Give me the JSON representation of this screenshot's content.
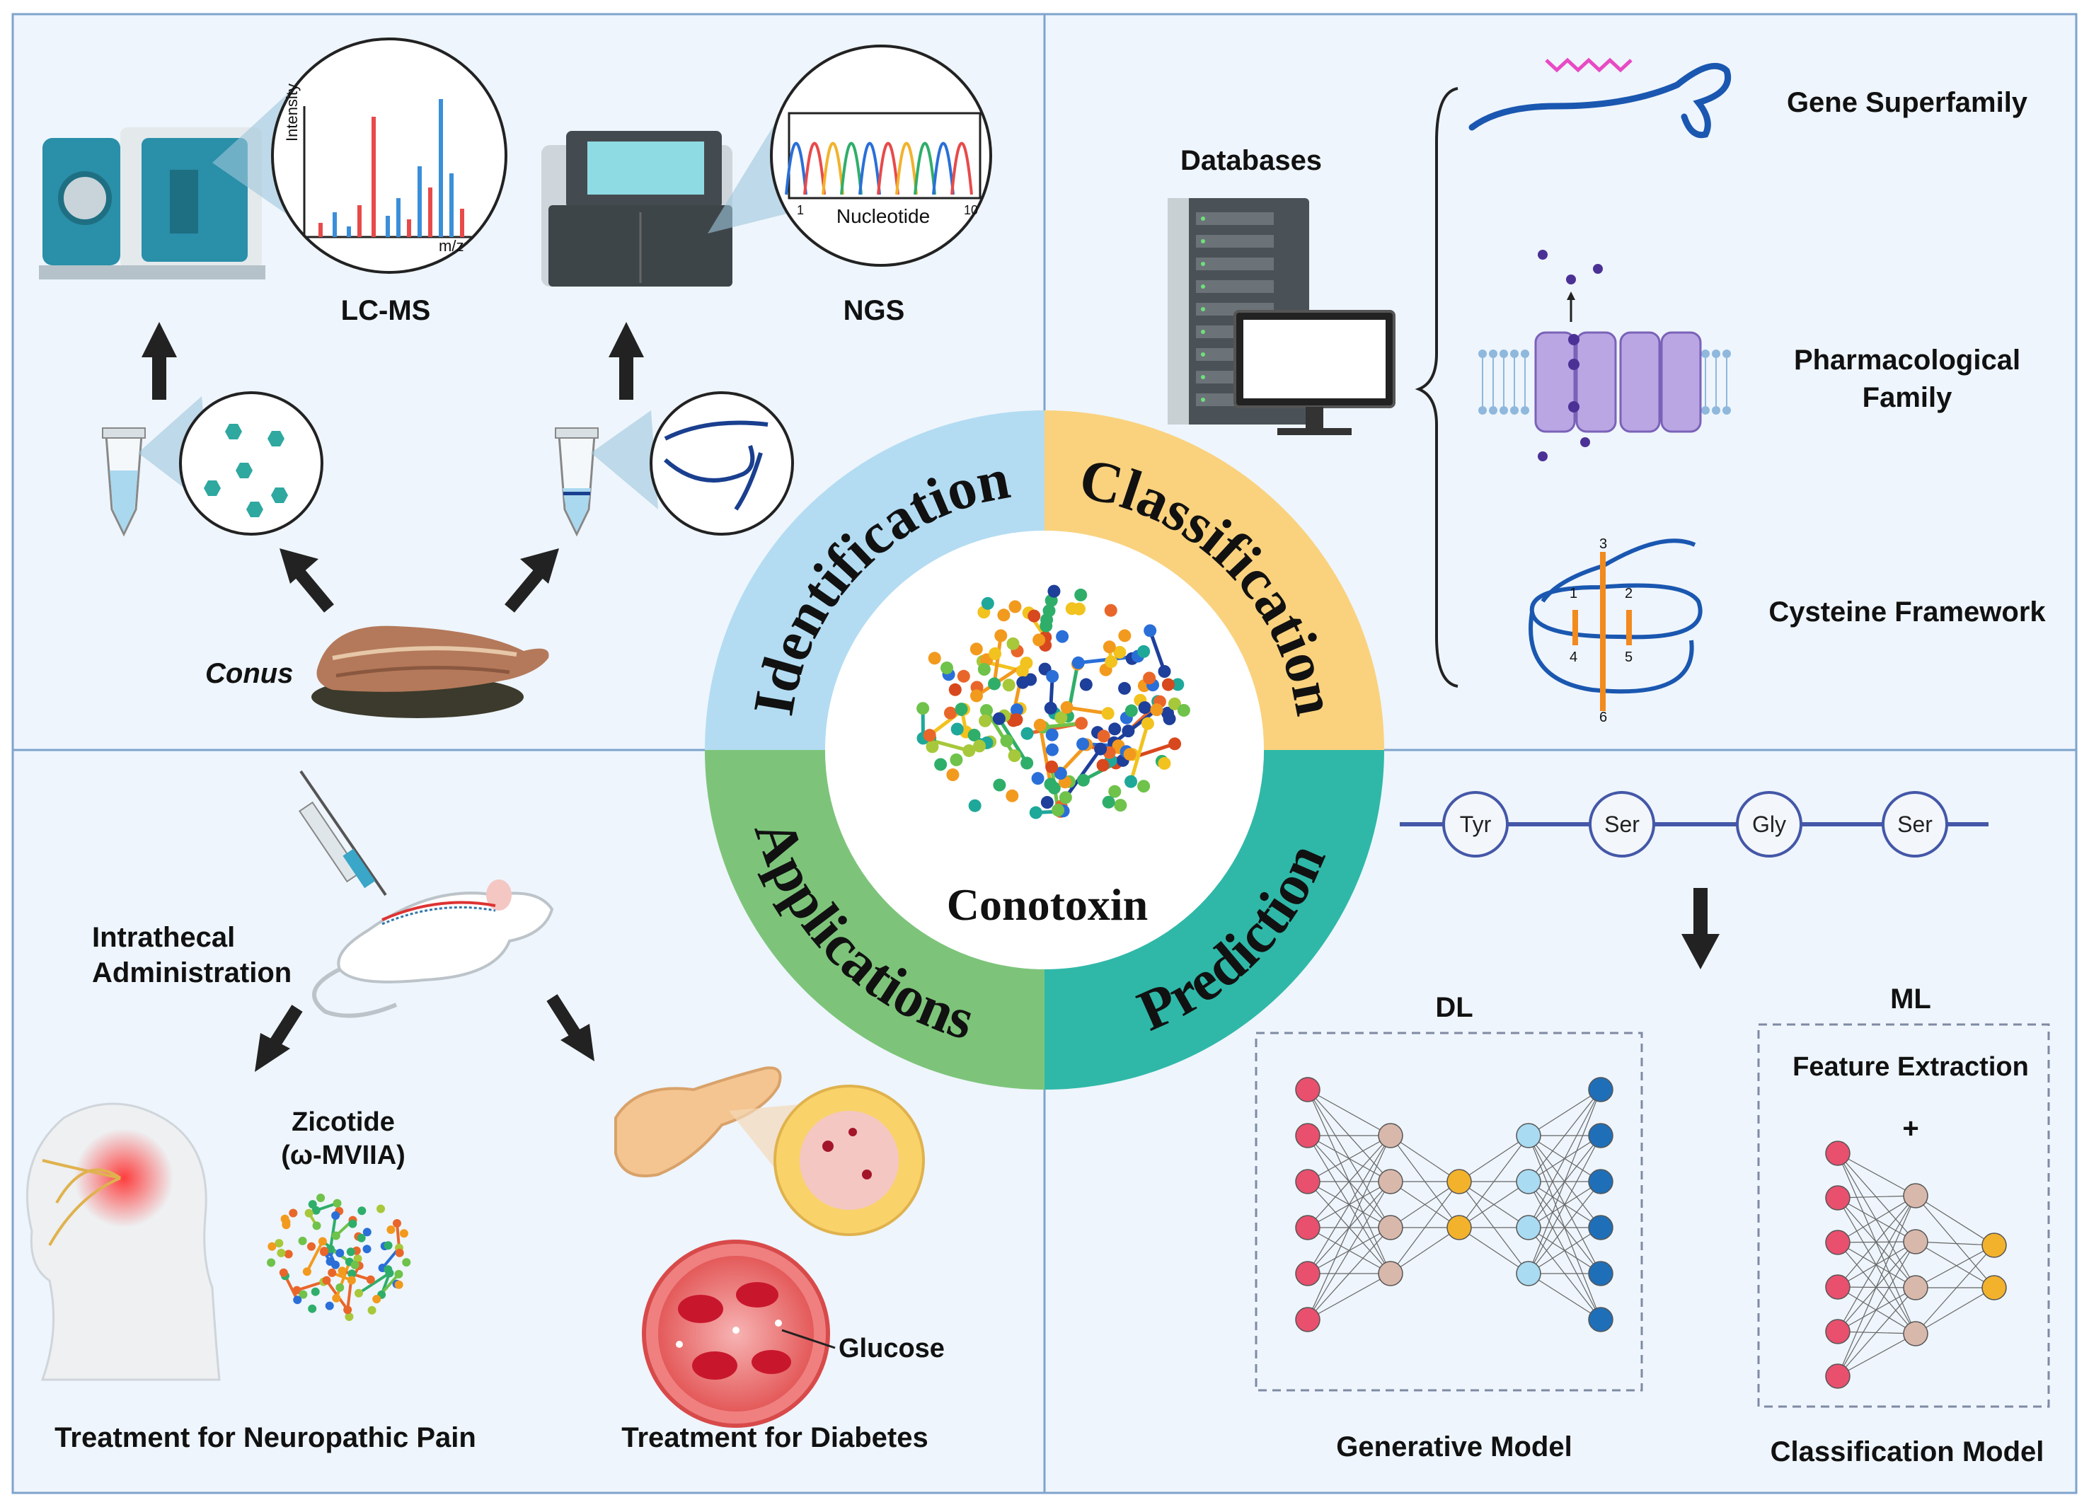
{
  "center": {
    "title": "Conotoxin"
  },
  "ring": {
    "identification": {
      "label": "Identification",
      "color": "#b3dcf2"
    },
    "classification": {
      "label": "Classification",
      "color": "#fad27e"
    },
    "prediction": {
      "label": "Prediction",
      "color": "#2fb8a8"
    },
    "applications": {
      "label": "Applications",
      "color": "#7dc47a"
    }
  },
  "identification_panel": {
    "lcms_label": "LC-MS",
    "ngs_label": "NGS",
    "conus_label": "Conus",
    "ms_y_axis": "Intensity",
    "ms_x_axis": "m/z",
    "seq_x_axis": "Nucleotide",
    "seq_tick_start": "1",
    "seq_tick_end": "10"
  },
  "classification_panel": {
    "databases_label": "Databases",
    "gene_superfamily": "Gene Superfamily",
    "pharmacological_line1": "Pharmacological",
    "pharmacological_line2": "Family",
    "cysteine_framework": "Cysteine Framework",
    "cys_numbers": [
      "1",
      "2",
      "3",
      "4",
      "5",
      "6"
    ]
  },
  "prediction_panel": {
    "residues": [
      "Tyr",
      "Ser",
      "Gly",
      "Ser"
    ],
    "dl_label": "DL",
    "ml_label": "ML",
    "feature_extraction": "Feature Extraction",
    "plus": "+",
    "generative_model": "Generative Model",
    "classification_model": "Classification Model"
  },
  "applications_panel": {
    "intrathecal_line1": "Intrathecal",
    "intrathecal_line2": "Administration",
    "zicotide_line1": "Zicotide",
    "zicotide_line2": "(ω-MVIIA)",
    "glucose": "Glucose",
    "neuropathic": "Treatment for Neuropathic Pain",
    "diabetes": "Treatment for Diabetes"
  },
  "colors": {
    "panel_bg": "#eef5fc",
    "panel_border": "#7fa3cc",
    "node_pink": "#e8506e",
    "node_tan": "#d9b8ac",
    "node_orange": "#f2b22c",
    "node_lightblue": "#a9dbf2",
    "node_blue": "#1f6fb8"
  }
}
